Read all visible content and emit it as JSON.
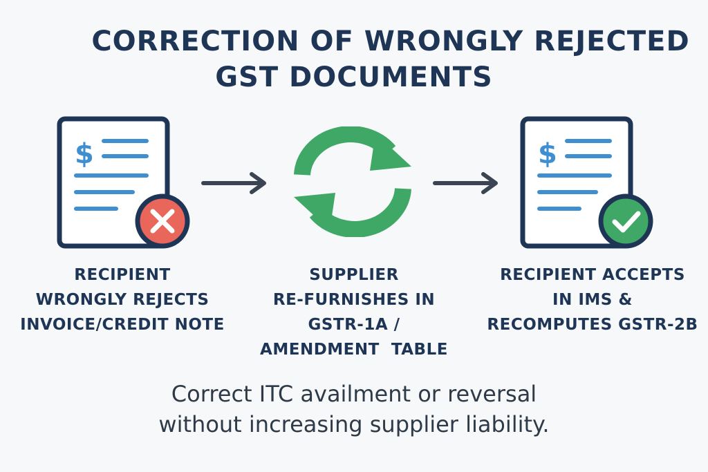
{
  "title": {
    "line1": "CORRECTION OF WRONGLY REJECTED",
    "line2": "GST DOCUMENTS"
  },
  "steps": [
    {
      "icon": "document-reject-icon",
      "caption": [
        "RECIPIENT",
        "WRONGLY REJECTS",
        "INVOICE/CREDIT NOTE"
      ],
      "badge_color": "#e8675a"
    },
    {
      "icon": "refresh-cycle-icon",
      "caption": [
        "SUPPLIER",
        "RE-FURNISHES IN",
        "GSTR-1A /",
        "AMENDMENT  TABLE"
      ],
      "icon_color": "#3fa866"
    },
    {
      "icon": "document-accept-icon",
      "caption": [
        "RECIPIENT ACCEPTS",
        "IN IMS &",
        "RECOMPUTES GSTR-2B"
      ],
      "badge_color": "#3fa866"
    }
  ],
  "footer": {
    "line1": "Correct ITC availment or reversal",
    "line2": "without increasing supplier liability."
  },
  "colors": {
    "navy": "#1f3556",
    "blue_lines": "#3f8ed0",
    "background": "#f7f8f9"
  }
}
